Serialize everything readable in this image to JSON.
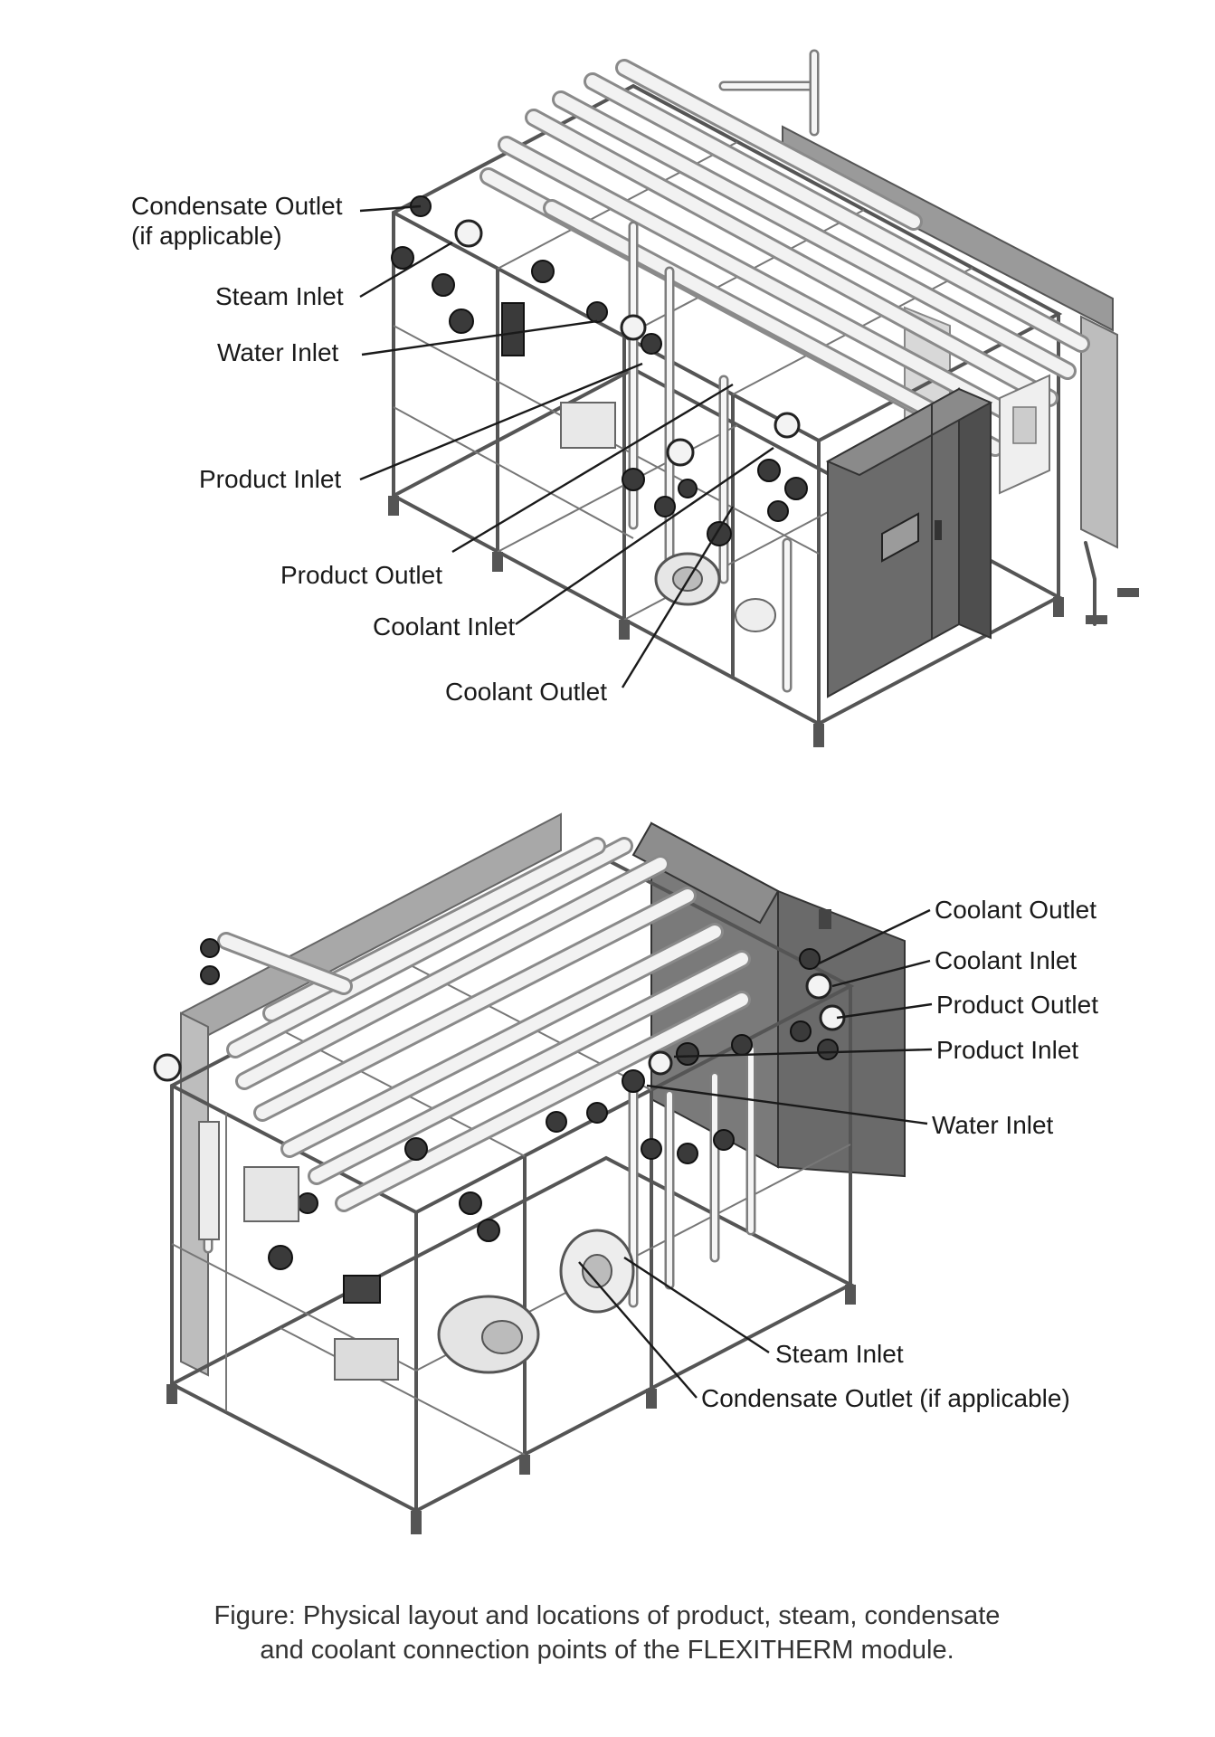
{
  "top_figure": {
    "labels": {
      "condensate_outlet_line1": "Condensate Outlet",
      "condensate_outlet_line2": "(if applicable)",
      "steam_inlet": "Steam Inlet",
      "water_inlet": "Water Inlet",
      "product_inlet": "Product Inlet",
      "product_outlet": "Product Outlet",
      "coolant_inlet": "Coolant Inlet",
      "coolant_outlet": "Coolant Outlet"
    }
  },
  "bottom_figure": {
    "labels": {
      "coolant_outlet": "Coolant Outlet",
      "coolant_inlet": "Coolant Inlet",
      "product_outlet": "Product Outlet",
      "product_inlet": "Product Inlet",
      "water_inlet": "Water Inlet",
      "steam_inlet": "Steam Inlet",
      "condensate_outlet": "Condensate Outlet (if applicable)"
    }
  },
  "caption": {
    "line1": "Figure: Physical layout and locations of product, steam, condensate",
    "line2": "and coolant connection points of the FLEXITHERM module."
  },
  "colors": {
    "frame": "#555555",
    "pipe": "#8a8a8a",
    "cabinet": "#6b6b6b",
    "text": "#1a1a1a"
  }
}
